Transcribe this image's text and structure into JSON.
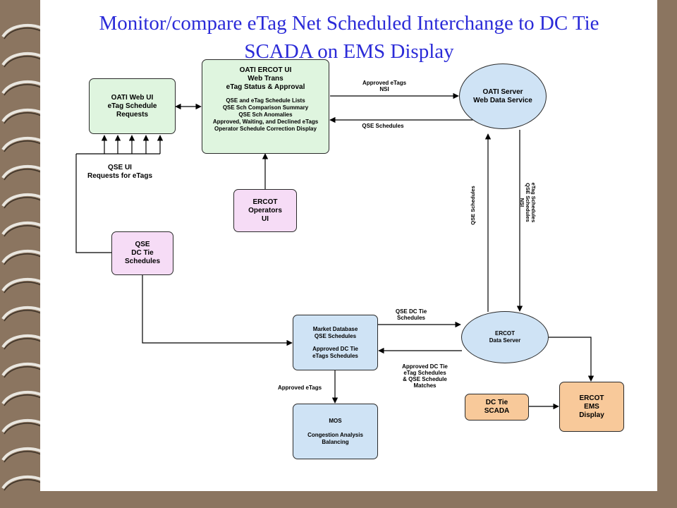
{
  "title": {
    "line1": "Monitor/compare eTag Net Scheduled Interchange to DC Tie",
    "line2": "SCADA on EMS Display"
  },
  "nodes": {
    "oati_web_ui": [
      "OATI Web UI",
      "eTag Schedule",
      "Requests"
    ],
    "oati_ercot_ui_head": [
      "OATI ERCOT UI",
      "Web Trans",
      "eTag Status & Approval"
    ],
    "oati_ercot_ui_detail": [
      "QSE and eTag Schedule Lists",
      "QSE Sch Comparison Summary",
      "QSE Sch Anomalies",
      "Approved, Waiting, and Declined eTags",
      "Operator Schedule Correction Display"
    ],
    "oati_server": [
      "OATI Server",
      "Web Data Service"
    ],
    "ercot_operators": [
      "ERCOT",
      "Operators",
      "UI"
    ],
    "qse_dc_tie": [
      "QSE",
      "DC Tie",
      "Schedules"
    ],
    "market_db_a": [
      "Market Database",
      "QSE Schedules"
    ],
    "market_db_b": [
      "Approved DC Tie",
      "eTags Schedules"
    ],
    "ercot_data_server": [
      "ERCOT",
      "Data Server"
    ],
    "mos_a": [
      "MOS"
    ],
    "mos_b": [
      "Congestion Analysis",
      "Balancing"
    ],
    "dc_tie_scada": [
      "DC Tie",
      "SCADA"
    ],
    "ercot_ems": [
      "ERCOT",
      "EMS",
      "Display"
    ]
  },
  "edge_labels": {
    "approved_etags_nsi": [
      "Approved eTags",
      "NSI"
    ],
    "qse_schedules_top": [
      "QSE Schedules"
    ],
    "qse_ui_requests": [
      "QSE UI",
      "Requests for eTags"
    ],
    "qse_schedules_vertical": [
      "QSE Schedules"
    ],
    "etag_schedules_vertical": [
      "eTag Schedules",
      "QSE Schedules",
      "NSI"
    ],
    "qse_dc_tie_schedules": [
      "QSE DC Tie",
      "Schedules"
    ],
    "approved_dc_tie_matches": [
      "Approved DC Tie",
      "eTag Schedules",
      "& QSE Schedule",
      "Matches"
    ],
    "approved_etags_bottom": [
      "Approved eTags"
    ]
  },
  "colors": {
    "background": "#8b7560",
    "title": "#2b2bd8",
    "green_box": "#dff5df",
    "pink_box": "#f6dcf6",
    "blue_box": "#cfe3f5",
    "orange_box": "#f8c99a"
  }
}
